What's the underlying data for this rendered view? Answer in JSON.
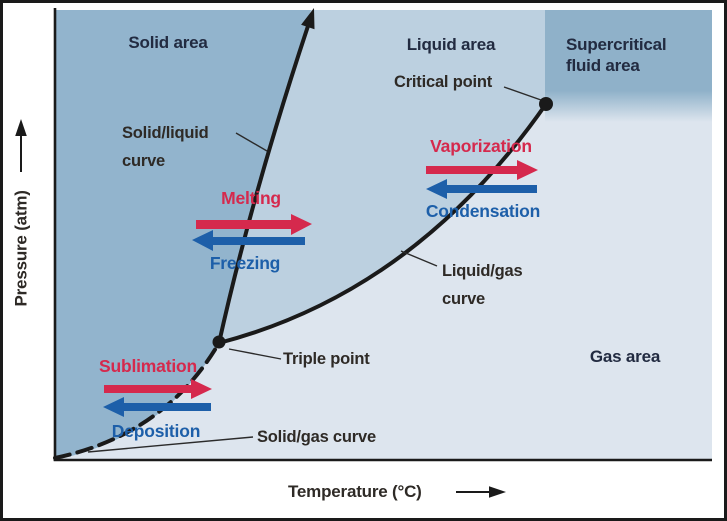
{
  "figure": {
    "type": "pressure-temperature phase diagram"
  },
  "axes": {
    "y_label": "Pressure (atm)",
    "x_label": "Temperature (°C)"
  },
  "regions": {
    "solid": {
      "label": "Solid area",
      "color": "#92b4cd"
    },
    "liquid": {
      "label": "Liquid area",
      "color": "#bcd0e0"
    },
    "gas": {
      "label": "Gas area",
      "color": "#dde5ee"
    },
    "supercritical": {
      "label": "Supercritical\nfluid area",
      "color": "#8fb1c9"
    }
  },
  "curves": {
    "solid_liquid": {
      "label": "Solid/liquid\ncurve"
    },
    "liquid_gas": {
      "label": "Liquid/gas\ncurve"
    },
    "solid_gas": {
      "label": "Solid/gas curve"
    }
  },
  "points": {
    "critical": {
      "label": "Critical point"
    },
    "triple": {
      "label": "Triple point"
    }
  },
  "transitions": {
    "melting": {
      "label": "Melting",
      "direction": "right",
      "color": "#d5294d"
    },
    "freezing": {
      "label": "Freezing",
      "direction": "left",
      "color": "#1d5fa9"
    },
    "vaporization": {
      "label": "Vaporization",
      "direction": "right",
      "color": "#d5294d"
    },
    "condensation": {
      "label": "Condensation",
      "direction": "left",
      "color": "#1d5fa9"
    },
    "sublimation": {
      "label": "Sublimation",
      "direction": "right",
      "color": "#d5294d"
    },
    "deposition": {
      "label": "Deposition",
      "direction": "left",
      "color": "#1d5fa9"
    }
  },
  "colors": {
    "line": "#1a1a1a",
    "area_label_text": "#222b41",
    "curve_label_text": "#2e2a26",
    "transition_red": "#d5294d",
    "transition_blue": "#1d5fa9",
    "background": "#ffffff"
  }
}
